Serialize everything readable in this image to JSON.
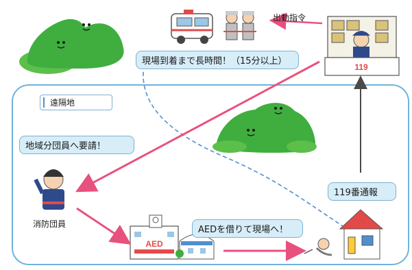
{
  "labels": {
    "dispatch_order": "出動指令",
    "travel_time": "現場到着まで長時間！（15分以上）",
    "remote_area": "遠隔地",
    "request_member": "地域分団員へ要請！",
    "firefighter": "消防団員",
    "report_119": "119番通報",
    "borrow_aed": "AEDを借りて現場へ！",
    "aed_sign": "AED",
    "center_sign": "119"
  },
  "colors": {
    "area_border": "#6fb2db",
    "flow_arrow": "#e8517d",
    "call_arrow": "#4a4a4a",
    "dashed_route": "#4f8fd0",
    "mountain": "#3fae3f",
    "callout_fill": "#d7edf8"
  },
  "icons": [
    "mountain-icon",
    "ambulance-icon",
    "paramedics-icon",
    "dispatcher-icon",
    "firefighter-icon",
    "hospital-icon",
    "house-icon",
    "patient-icon"
  ]
}
